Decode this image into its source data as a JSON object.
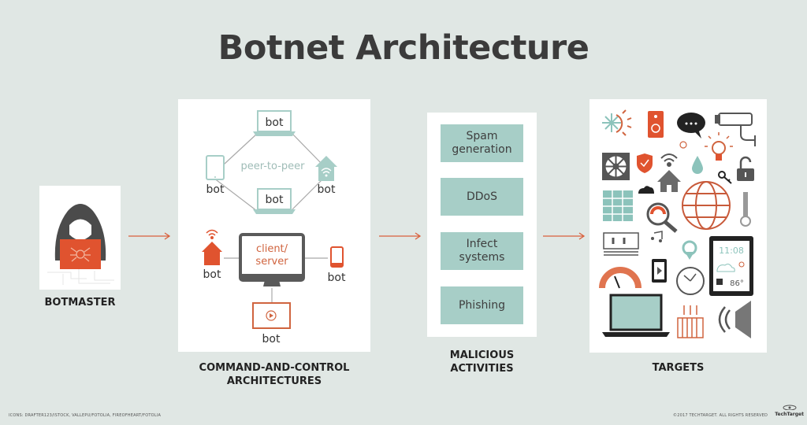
{
  "title": "Botnet Architecture",
  "botmaster": {
    "label": "BOTMASTER"
  },
  "command_and_control": {
    "label_line1": "COMMAND-AND-CONTROL",
    "label_line2": "ARCHITECTURES",
    "peer_to_peer": {
      "label": "peer-to-peer",
      "nodes": [
        "bot",
        "bot",
        "bot",
        "bot"
      ]
    },
    "client_server": {
      "label_line1": "client/",
      "label_line2": "server",
      "nodes": [
        "bot",
        "bot",
        "bot"
      ]
    }
  },
  "malicious_activities": {
    "label_line1": "MALICIOUS",
    "label_line2": "ACTIVITIES",
    "items": [
      {
        "line1": "Spam",
        "line2": "generation"
      },
      {
        "line1": "DDoS",
        "line2": ""
      },
      {
        "line1": "Infect",
        "line2": "systems"
      },
      {
        "line1": "Phishing",
        "line2": ""
      }
    ]
  },
  "targets": {
    "label": "TARGETS",
    "display_time": "11:08",
    "display_temp": "86°"
  },
  "footer": {
    "credits": "ICONS: DRAFTER123/ISTOCK, VALLEPU/FOTOLIA, FIREOFHEART/FOTOLIA",
    "copyright": "©2017 TECHTARGET. ALL RIGHTS RESERVED",
    "logo": "TechTarget"
  },
  "colors": {
    "background": "#e0e7e4",
    "accent_orange": "#e0532f",
    "teal": "#a7cec7",
    "dark_gray": "#4a4a4a"
  }
}
